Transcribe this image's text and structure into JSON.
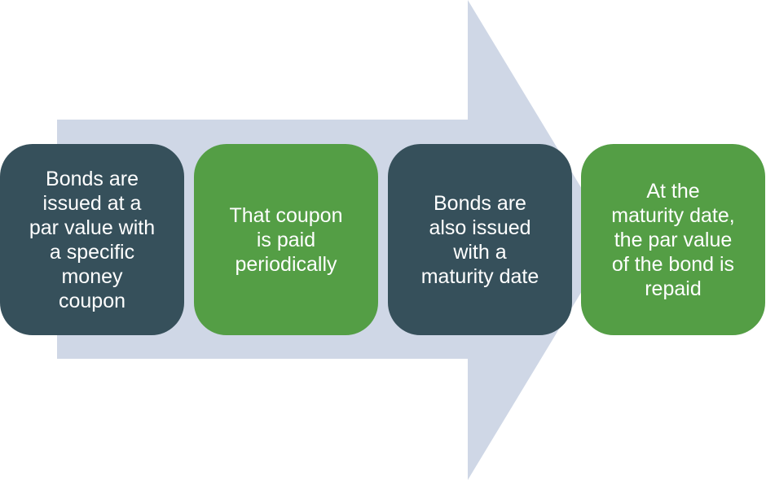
{
  "diagram": {
    "type": "process-arrow",
    "colors": {
      "arrow": "#cfd7e6",
      "dark_box": "#36505b",
      "green_box": "#549e45",
      "text": "#ffffff",
      "background": "#ffffff"
    },
    "steps": [
      {
        "order": 1,
        "style": "dark",
        "text": "Bonds are\nissued at a\npar value with\na specific\nmoney\ncoupon"
      },
      {
        "order": 2,
        "style": "green",
        "text": "That coupon\nis paid\nperiodically"
      },
      {
        "order": 3,
        "style": "dark",
        "text": "Bonds are\nalso issued\nwith a\nmaturity date"
      },
      {
        "order": 4,
        "style": "green",
        "text": "At the\nmaturity date,\nthe par value\nof the bond is\nrepaid"
      }
    ]
  }
}
